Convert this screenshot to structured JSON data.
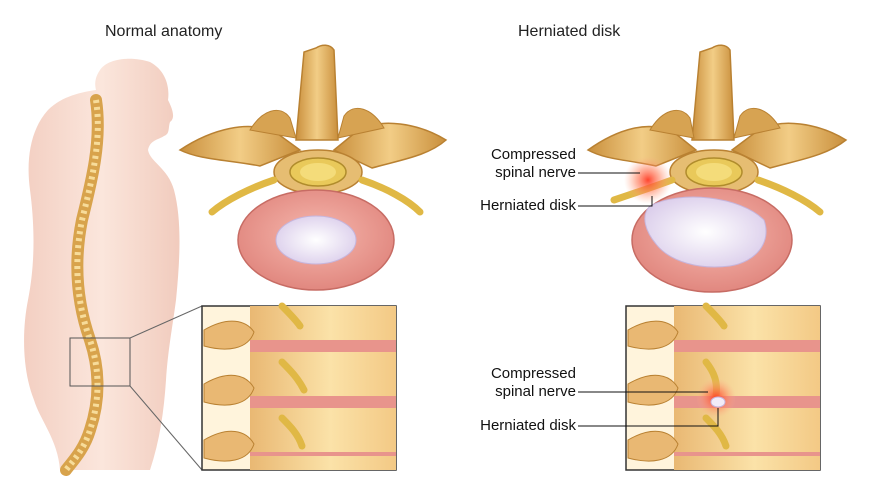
{
  "titles": {
    "normal": "Normal anatomy",
    "herniated": "Herniated disk"
  },
  "callouts_top": {
    "compressed_line1": "Compressed",
    "compressed_line2": "spinal nerve",
    "herniated": "Herniated disk"
  },
  "callouts_bottom": {
    "compressed_line1": "Compressed",
    "compressed_line2": "spinal nerve",
    "herniated": "Herniated disk"
  },
  "colors": {
    "skin": "#f6d8cc",
    "bone": "#e8b66a",
    "bone_dark": "#b98132",
    "disk": "#e8948c",
    "nucleus": "#e6dcf2",
    "nerve": "#e0b845",
    "inflammation": "#ff5a3c"
  }
}
